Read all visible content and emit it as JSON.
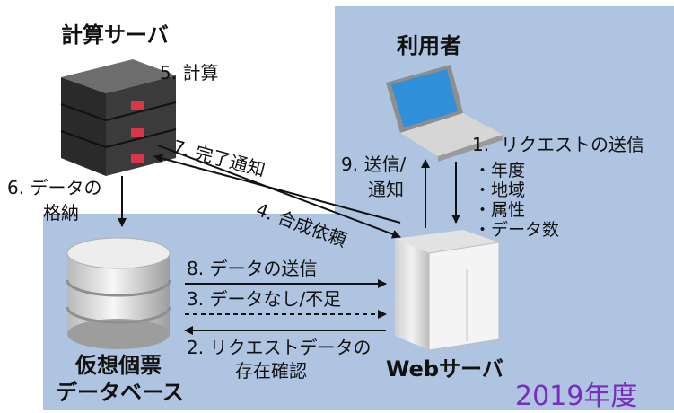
{
  "nodes": {
    "compute_server": "計算サーバ",
    "user": "利用者",
    "web_server": "Webサーバ",
    "database_line1": "仮想個票",
    "database_line2": "データベース"
  },
  "steps": {
    "s1": "1.",
    "s1_text": "リクエストの送信",
    "s1_items": [
      "・年度",
      "・地域",
      "・属性",
      "・データ数"
    ],
    "s2_line1": "2. リクエストデータの",
    "s2_line2": "存在確認",
    "s3": "3. データなし/不足",
    "s4": "4. 合成依頼",
    "s5": "5. 計算",
    "s6_line1": "6. データの",
    "s6_line2": "格納",
    "s7": "7. 完了通知",
    "s8": "8. データの送信",
    "s9_line1": "9. 送信/",
    "s9_line2": "通知"
  },
  "year_label": "2019年度",
  "colors": {
    "region": "#aec4e1",
    "year": "#7a2cc0"
  }
}
